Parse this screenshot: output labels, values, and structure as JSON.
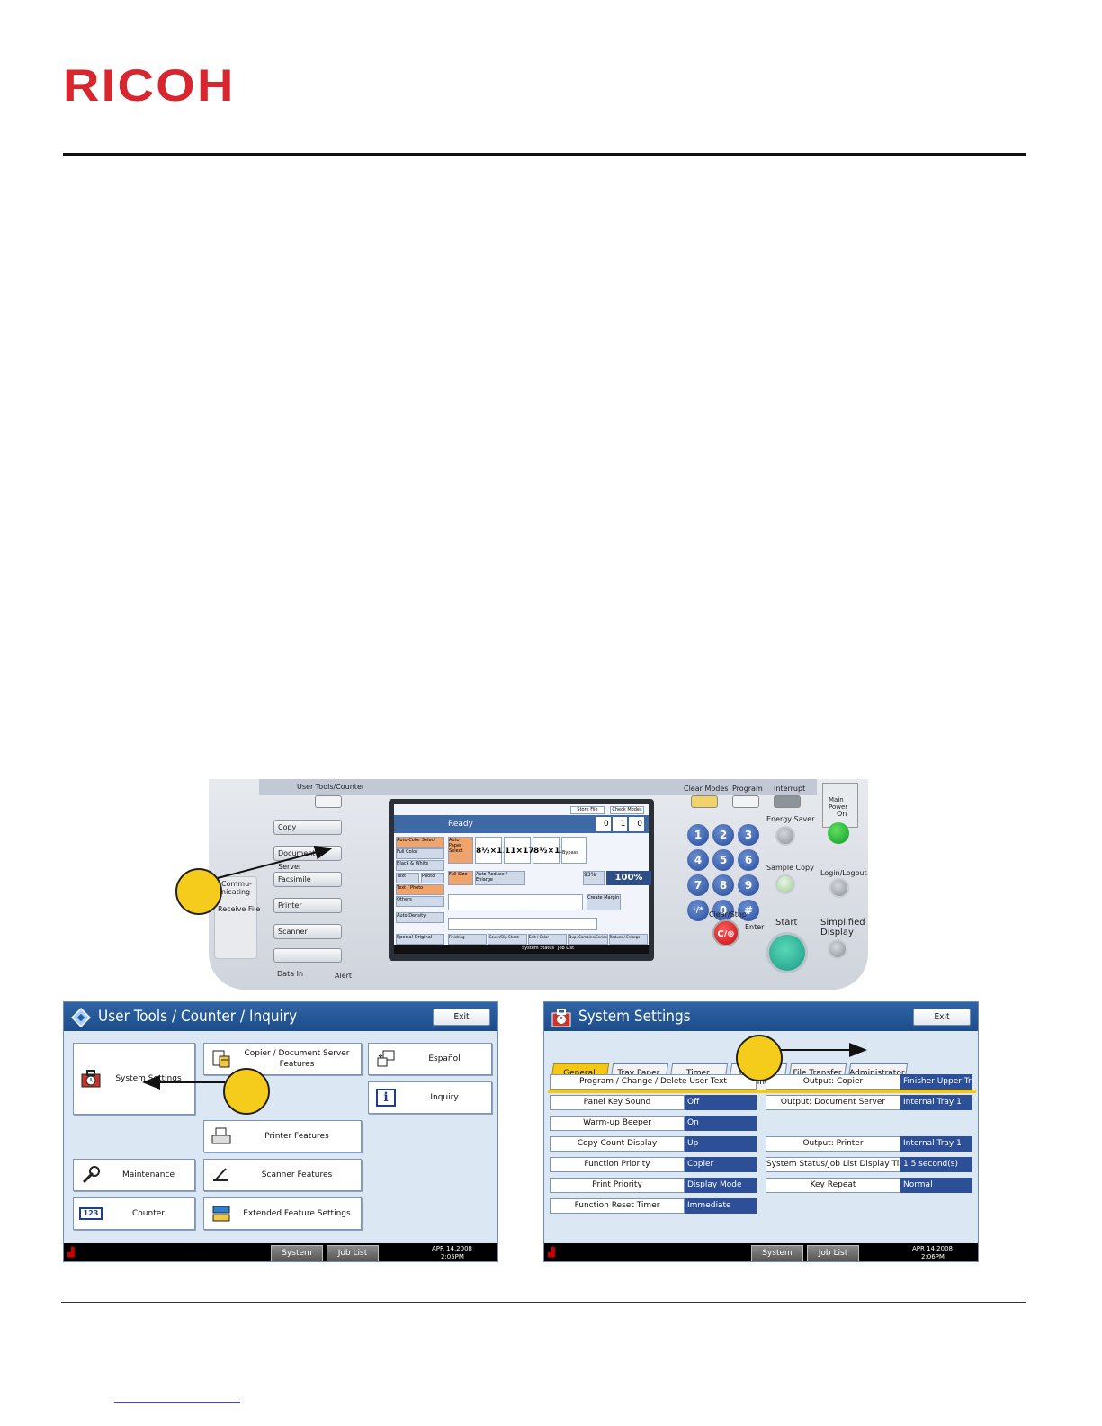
{
  "header": {
    "logo_text": "RICOH",
    "logo_color": "#d8262e"
  },
  "panel": {
    "labels": {
      "user_tools": "User Tools/Counter",
      "clear_modes": "Clear Modes",
      "program": "Program",
      "interrupt": "Interrupt",
      "main_power": "Main Power",
      "on": "On",
      "energy_saver": "Energy Saver",
      "sample_copy": "Sample Copy",
      "login_logout": "Login/Logout",
      "start": "Start",
      "clear_stop": "Clear/Stop",
      "enter": "Enter",
      "simplified_display": "Simplified Display",
      "data_in": "Data In",
      "alert": "Alert",
      "communicating": "Commu- nicating",
      "receive_file": "Receive File"
    },
    "side_buttons": [
      "Copy",
      "Document Server",
      "Facsimile",
      "Printer",
      "Scanner"
    ],
    "keypad": [
      "1",
      "2",
      "3",
      "4",
      "5",
      "6",
      "7",
      "8",
      "9",
      "·/*",
      "0",
      "#"
    ],
    "clear_stop_key": "C/⊛",
    "screen": {
      "status": "Ready",
      "store_file": "Store File",
      "check_modes": "Check Modes",
      "color_modes": [
        "Auto Color Select",
        "Full Color",
        "Black & White"
      ],
      "quality_modes": [
        "Text",
        "Photo",
        "Text / Photo",
        "Others"
      ],
      "paper": [
        "Auto Paper Select",
        "8½×11",
        "11×17",
        "8½×11",
        "Bypass"
      ],
      "ratio_row": [
        "Full Size",
        "Auto Reduce / Enlarge"
      ],
      "ratio": "100%",
      "zoom": "93%",
      "counters": [
        "0",
        "1",
        "0"
      ],
      "bottom_tabs": [
        "Finishing",
        "Cover/Slip Sheet",
        "Edit / Color",
        "Dup./Combine/Series",
        "Reduce / Enlarge"
      ],
      "special_original": "Special Original",
      "create_margin": "Create Margin",
      "auto_density": "Auto Density",
      "system_status": "System Status",
      "job_list": "Job List"
    }
  },
  "user_tools": {
    "title": "User Tools / Counter / Inquiry",
    "exit": "Exit",
    "items": {
      "system_settings": "System Settings",
      "copier_features": "Copier / Document Server Features",
      "espanol": "Español",
      "inquiry": "Inquiry",
      "printer_features": "Printer Features",
      "maintenance": "Maintenance",
      "scanner_features": "Scanner Features",
      "counter": "Counter",
      "extended_features": "Extended Feature Settings"
    },
    "counter_icon_text": "123",
    "inquiry_icon_text": "i",
    "status": {
      "system_status": "System Status",
      "job_list": "Job List",
      "date": "APR 14,2008",
      "time": "2:05PM"
    }
  },
  "system_settings": {
    "title": "System Settings",
    "exit": "Exit",
    "tabs": [
      "General Features",
      "Tray Paper Settings",
      "Timer Settings",
      "Interface Settings",
      "File Transfer",
      "Administrator Tools"
    ],
    "left_rows": [
      {
        "label": "Program / Change / Delete User Text",
        "value": ""
      },
      {
        "label": "Panel Key Sound",
        "value": "Off"
      },
      {
        "label": "Warm-up Beeper",
        "value": "On"
      },
      {
        "label": "Copy Count Display",
        "value": "Up"
      },
      {
        "label": "Function Priority",
        "value": "Copier"
      },
      {
        "label": "Print Priority",
        "value": "Display Mode"
      },
      {
        "label": "Function Reset Timer",
        "value": "Immediate"
      }
    ],
    "right_rows": [
      {
        "label": "Output: Copier",
        "value": "Finisher Upper Tray"
      },
      {
        "label": "Output: Document Server",
        "value": "Internal Tray 1"
      },
      {
        "label": "Output: Printer",
        "value": "Internal Tray 1"
      },
      {
        "label": "System Status/Job List Display Time",
        "value": "1 5  second(s)"
      },
      {
        "label": "Key Repeat",
        "value": "Normal"
      }
    ],
    "status": {
      "system_status": "System Status",
      "job_list": "Job List",
      "date": "APR 14,2008",
      "time": "2:06PM"
    }
  },
  "colors": {
    "callout": "#f6cc1c",
    "title_bar": "#2f64a6",
    "value_cell": "#2c4f98",
    "active_tab": "#f6c814"
  }
}
